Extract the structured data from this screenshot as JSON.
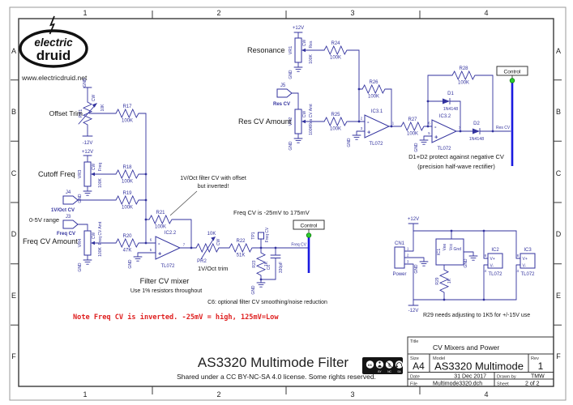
{
  "page": {
    "cols": {
      "c1": "1",
      "c2": "2",
      "c3": "3",
      "c4": "4"
    },
    "rows": {
      "rA": "A",
      "rB": "B",
      "rC": "C",
      "rD": "D",
      "rE": "E",
      "rF": "F"
    }
  },
  "logo": {
    "top": "electric",
    "bottom": "druid",
    "url": "www.electricdruid.net"
  },
  "net": {
    "gnd": "GND",
    "p12": "+12V",
    "n12": "-12V"
  },
  "sym": {
    "minus": "-",
    "plus": "+"
  },
  "mixer": {
    "offset_trim": "Offset Trim",
    "cutoff_freq": "Cutoff Freq",
    "range": "0-5V range",
    "freq_cv_amount": "Freq CV Amount",
    "title": "Filter CV mixer",
    "note": "Use 1% resistors throughout",
    "trim_label": "1V/Oct trim",
    "callout1": "1V/Oct filter CV with offset",
    "callout2": "but inverted!",
    "range_note": "Freq CV is -25mV to 175mV",
    "c6_note": "C6: optional filter CV smoothing/noise reduction",
    "pr1": {
      "ref": "PR1",
      "value": "10K",
      "cw": "CW"
    },
    "r17": {
      "ref": "R17",
      "value": "100K"
    },
    "vr3": {
      "ref": "VR3",
      "value": "100K",
      "net": "Freq",
      "cw": "CW"
    },
    "j4": {
      "ref": "J4",
      "net": "1V/Oct CV"
    },
    "r18": {
      "ref": "R18",
      "value": "100K"
    },
    "r19": {
      "ref": "R19",
      "value": "100K"
    },
    "j3": {
      "ref": "J3",
      "net": "Freq CV"
    },
    "vr4": {
      "ref": "VR4",
      "value": "100K",
      "net": "Freq CV Amt",
      "cw": "CW"
    },
    "r20": {
      "ref": "R20",
      "value": "47K"
    },
    "r21": {
      "ref": "R21",
      "value": "100K"
    },
    "ic22": {
      "ref": "IC2.2",
      "part": "TL072",
      "pin_inv": "6",
      "pin_ni": "5",
      "pin_out": "7"
    },
    "pr2": {
      "ref": "PR2",
      "value": "10K",
      "cw": "CW"
    },
    "r22": {
      "ref": "R22",
      "value": "51K"
    },
    "tp1": {
      "ref": "TP1",
      "net": "Freq CV"
    },
    "r23": {
      "ref": "R23",
      "value": "1K"
    },
    "c6": {
      "ref": "C6",
      "value": "330pF"
    },
    "control": {
      "label": "Control",
      "net": "Freq CV"
    }
  },
  "resonance": {
    "label": "Resonance",
    "res_cv_amount": "Res CV Amount",
    "diode_note1": "D1+D2 protect against negative CV",
    "diode_note2": "(precision half-wave rectifier)",
    "vr1": {
      "ref": "VR1",
      "value": "100K",
      "net": "Res",
      "cw": "CW"
    },
    "r24": {
      "ref": "R24",
      "value": "100K"
    },
    "j5": {
      "ref": "J5",
      "net": "Res CV"
    },
    "vr2": {
      "ref": "VR2",
      "value": "100K",
      "net": "Res CV Amt",
      "cw": "CW"
    },
    "r25": {
      "ref": "R25",
      "value": "100K"
    },
    "r26": {
      "ref": "R26",
      "value": "100K"
    },
    "ic31": {
      "ref": "IC3.1",
      "part": "TL072",
      "pin_inv": "2",
      "pin_ni": "3",
      "pin_out": "1"
    },
    "r27": {
      "ref": "R27",
      "value": "100K"
    },
    "r28": {
      "ref": "R28",
      "value": "100K"
    },
    "d1": {
      "ref": "D1",
      "part": "1N4148"
    },
    "ic32": {
      "ref": "IC3.2",
      "part": "TL072",
      "pin_inv": "6",
      "pin_ni": "5",
      "pin_out": "7"
    },
    "d2": {
      "ref": "D2",
      "part": "1N4148"
    },
    "control": {
      "label": "Control",
      "net": "Res CV"
    }
  },
  "power": {
    "note": "R29 needs adjusting to 1K5 for +/-15V use",
    "cn1": {
      "ref": "CN1",
      "label": "Power",
      "p1": "1",
      "p2": "2",
      "p3": "3"
    },
    "ic1": {
      "ref": "IC1",
      "vee": "Vee",
      "vcc": "Vcc",
      "gnd": "Gnd"
    },
    "r29": {
      "ref": "R29",
      "value": "1K"
    },
    "ic2": {
      "ref": "IC2",
      "part": "TL072",
      "vp": "V+",
      "vm": "V-",
      "pin_vp": "8",
      "pin_vm": "4"
    },
    "ic3": {
      "ref": "IC3",
      "part": "TL072",
      "vp": "V+",
      "vm": "V-",
      "pin_vp": "8",
      "pin_vm": "4"
    }
  },
  "notes": {
    "red": "Note Freq CV is inverted.  -25mV = high, 125mV=Low"
  },
  "footer": {
    "title": "AS3320 Multimode Filter",
    "license": "Shared under a CC BY-NC-SA 4.0 license. Some rights reserved.",
    "badge": {
      "cc": "cc",
      "by": "BY",
      "nc": "NC",
      "sa": "SA"
    }
  },
  "title_block": {
    "title_label": "Title",
    "title": "CV Mixers and Power",
    "size_label": "Size",
    "size": "A4",
    "model_label": "Model",
    "model": "AS3320 Multimode",
    "rev_label": "Rev",
    "rev": "1",
    "date_label": "Date",
    "date": "31 Dec 2017",
    "drawn_label": "Drawn by",
    "drawn": "TMW",
    "file_label": "File",
    "file": "Multimode3320.dch",
    "sheet_label": "Sheet",
    "sheet": "2 of 2"
  }
}
